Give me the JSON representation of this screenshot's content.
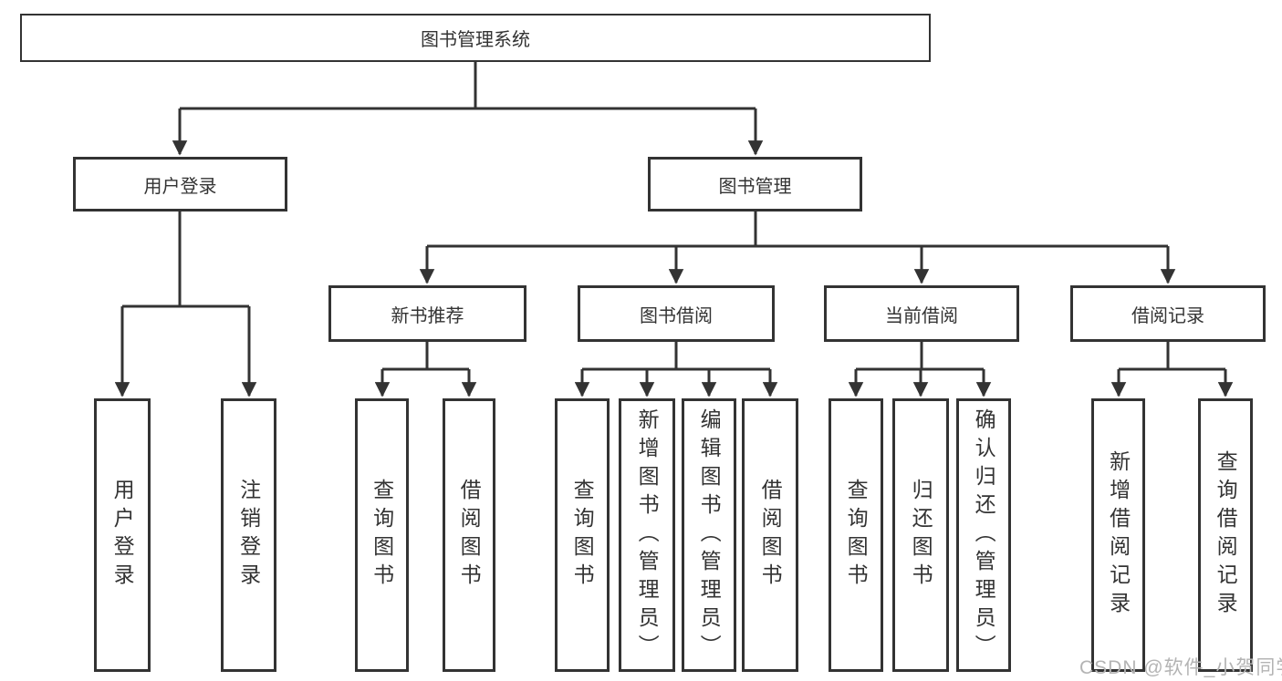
{
  "diagram_title": "图书管理系统",
  "tree": {
    "label": "图书管理系统",
    "children": [
      {
        "label": "用户登录",
        "children": [
          {
            "label": "用户登录"
          },
          {
            "label": "注销登录"
          }
        ]
      },
      {
        "label": "图书管理",
        "children": [
          {
            "label": "新书推荐",
            "children": [
              {
                "label": "查询图书"
              },
              {
                "label": "借阅图书"
              }
            ]
          },
          {
            "label": "图书借阅",
            "children": [
              {
                "label": "查询图书"
              },
              {
                "label": "新增图书（管理员）"
              },
              {
                "label": "编辑图书（管理员）"
              },
              {
                "label": "借阅图书"
              }
            ]
          },
          {
            "label": "当前借阅",
            "children": [
              {
                "label": "查询图书"
              },
              {
                "label": "归还图书"
              },
              {
                "label": "确认归还（管理员）"
              }
            ]
          },
          {
            "label": "借阅记录",
            "children": [
              {
                "label": "新增借阅记录"
              },
              {
                "label": "查询借阅记录"
              }
            ]
          }
        ]
      }
    ]
  },
  "watermark": {
    "text": "CSDN @软件_小贺同学"
  },
  "colors": {
    "line": "#333333",
    "box_border": "#333333",
    "text": "#333333",
    "background": "#ffffff",
    "watermark": "#b4b4b4"
  }
}
